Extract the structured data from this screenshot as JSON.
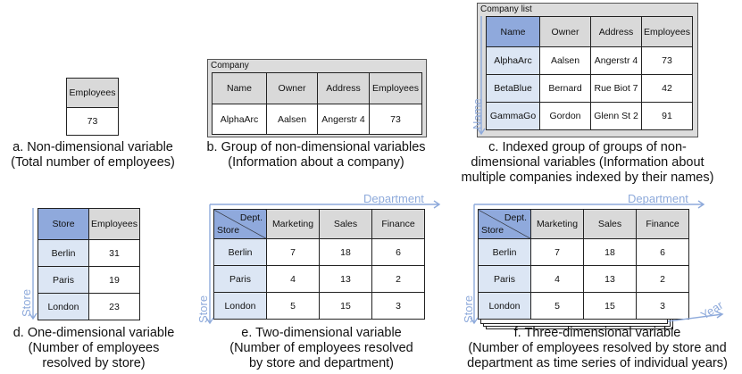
{
  "a": {
    "header": "Employees",
    "value": "73",
    "caption1": "a. Non-dimensional variable",
    "caption2": "(Total number of employees)"
  },
  "b": {
    "group_label": "Company",
    "headers": [
      "Name",
      "Owner",
      "Address",
      "Employees"
    ],
    "row": [
      "AlphaArc",
      "Aalsen",
      "Angerstr 4",
      "73"
    ],
    "caption1": "b. Group of non-dimensional variables",
    "caption2": "(Information about a company)"
  },
  "c": {
    "group_label": "Company list",
    "headers": [
      "Name",
      "Owner",
      "Address",
      "Employees"
    ],
    "rows": [
      [
        "AlphaArc",
        "Aalsen",
        "Angerstr 4",
        "73"
      ],
      [
        "BetaBlue",
        "Bernard",
        "Rue Biot 7",
        "42"
      ],
      [
        "GammaGo",
        "Gordon",
        "Glenn St 2",
        "91"
      ]
    ],
    "axis_label": "Name",
    "caption1": "c. Indexed group of groups of non-",
    "caption2": "dimensional variables (Information about",
    "caption3": "multiple companies indexed by their names)"
  },
  "d": {
    "headers": [
      "Store",
      "Employees"
    ],
    "rows": [
      [
        "Berlin",
        "31"
      ],
      [
        "Paris",
        "19"
      ],
      [
        "London",
        "23"
      ]
    ],
    "axis_label": "Store",
    "caption1": "d. One-dimensional variable",
    "caption2": "(Number of employees",
    "caption3": "resolved by store)"
  },
  "e": {
    "corner_top": "Dept.",
    "corner_bottom": "Store",
    "headers": [
      "Marketing",
      "Sales",
      "Finance"
    ],
    "rows": [
      {
        "store": "Berlin",
        "values": [
          "7",
          "18",
          "6"
        ]
      },
      {
        "store": "Paris",
        "values": [
          "4",
          "13",
          "2"
        ]
      },
      {
        "store": "London",
        "values": [
          "5",
          "15",
          "3"
        ]
      }
    ],
    "axis_x": "Department",
    "axis_y": "Store",
    "caption1": "e. Two-dimensional variable",
    "caption2": "(Number of employees resolved",
    "caption3": "by store and department)"
  },
  "f": {
    "corner_top": "Dept.",
    "corner_bottom": "Store",
    "headers": [
      "Marketing",
      "Sales",
      "Finance"
    ],
    "rows": [
      {
        "store": "Berlin",
        "values": [
          "7",
          "18",
          "6"
        ]
      },
      {
        "store": "Paris",
        "values": [
          "4",
          "13",
          "2"
        ]
      },
      {
        "store": "London",
        "values": [
          "5",
          "15",
          "3"
        ]
      }
    ],
    "axis_x": "Department",
    "axis_y": "Store",
    "axis_z": "Year",
    "caption1": "f. Three-dimensional variable",
    "caption2": "(Number of employees resolved by store and",
    "caption3": "department as time series of individual years)"
  },
  "colors": {
    "header_gray": "#d9d9d9",
    "header_blue": "#8fa9dc",
    "index_light_blue": "#dce6f4",
    "axis_blue": "#8eaadb",
    "group_gray": "#dcdcdc"
  }
}
